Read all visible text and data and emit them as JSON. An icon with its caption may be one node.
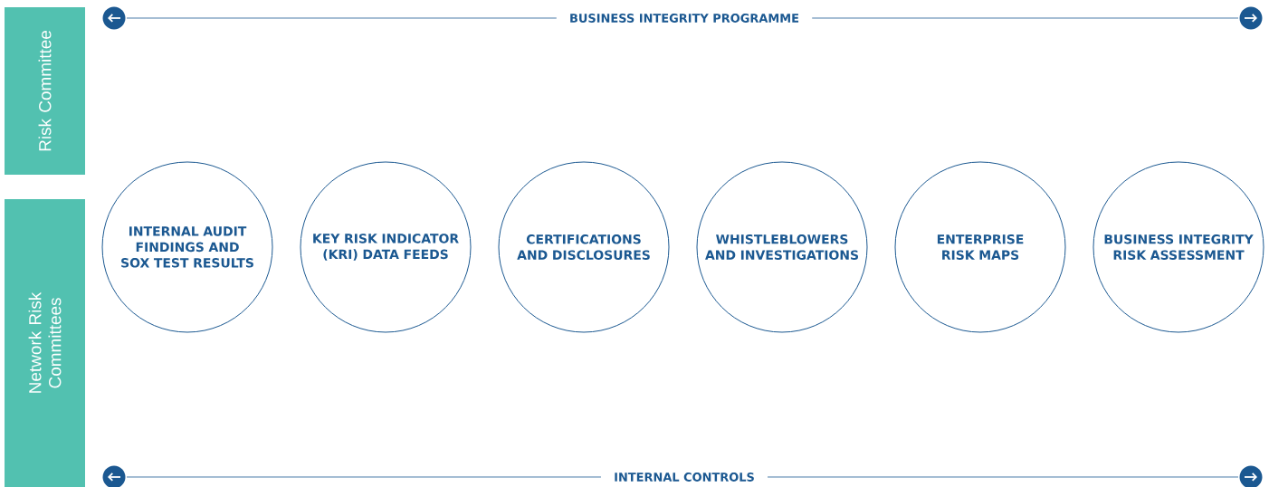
{
  "diagram": {
    "nodes": [
      {
        "text": [
          "Risk Committee"
        ]
      },
      {
        "text": [
          "Network Risk Committees"
        ]
      },
      {
        "text": [
          "INTERNAL AUDIT FINDINGS AND SOX TEST RESULTS"
        ]
      },
      {
        "text": [
          "KEY RISK INDICATOR (KRI) DATA FEEDS"
        ]
      },
      {
        "text": [
          "CERTIFICATIONS AND DISCLOSURES"
        ]
      },
      {
        "text": [
          "WHISTLEBLOWERS AND INVESTIGATIONS"
        ]
      },
      {
        "text": [
          "ENTERPRISE RISK MAPS"
        ]
      },
      {
        "text": [
          "BUSINESS INTEGRITY RISK ASSESSMENT"
        ]
      }
    ],
    "labels": [
      "BUSINESS INTEGRITY PROGRAMME",
      "INTERNAL CONTROLS"
    ]
  }
}
